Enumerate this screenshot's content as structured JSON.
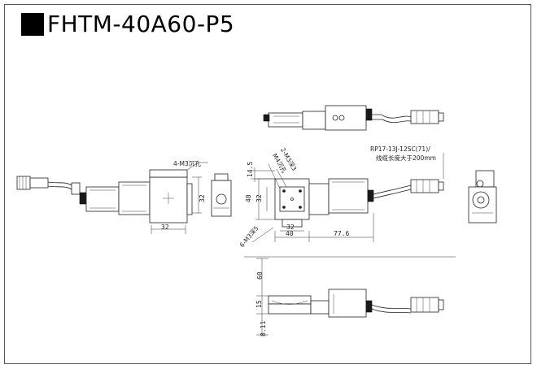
{
  "title": "FHTM-40A60-P5",
  "annotations": {
    "side_hole_note": "4-M3沉孔",
    "top_hole_note_1": "2-M3深3",
    "top_hole_note_2": "M4沉孔",
    "bottom_hole_note": "6-M3深5",
    "connector_note_1": "RP17-13J-12SC(71)/",
    "connector_note_2": "线缆长度大于200mm"
  },
  "dimensions": {
    "front_width": "32",
    "front_height": "32",
    "top_left_upper": "14.5",
    "top_left_height": "40",
    "top_inner_height": "32",
    "top_inner_width": "32",
    "top_width": "40",
    "motor_length": "77.6",
    "side_height": "60",
    "side_offset": "15",
    "side_bottom": "8.11"
  },
  "colors": {
    "line": "#222222",
    "fill_dark": "#1a1a1a",
    "fill_light": "#e6e6e6"
  }
}
